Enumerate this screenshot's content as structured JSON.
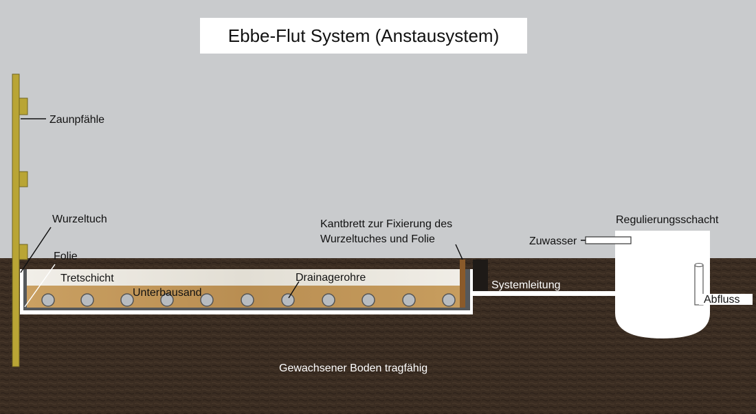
{
  "title": "Ebbe-Flut System (Anstausystem)",
  "labels": {
    "zaunpfaehle": "Zaunpfähle",
    "wurzeltuch": "Wurzeltuch",
    "folie": "Folie",
    "kantbrett_line1": "Kantbrett zur Fixierung des",
    "kantbrett_line2": "Wurzeltuches und Folie",
    "regulierungsschacht": "Regulierungsschacht",
    "zuwasser": "Zuwasser",
    "tretschicht": "Tretschicht",
    "drainagerohre": "Drainagerohre",
    "unterbausand": "Unterbausand",
    "systemleitung": "Systemleitung",
    "abfluss": "Abfluss",
    "boden": "Gewachsener Boden tragfähig"
  },
  "colors": {
    "sky": "#c9cbcd",
    "soil": "#3b2d22",
    "post": "#b9a535",
    "sand": "#c49a5a",
    "tretschicht": "#e9e5dc",
    "folie": "#55585b",
    "pipe": "#b8bcc0",
    "kantbrett": "#8a5a2a"
  }
}
